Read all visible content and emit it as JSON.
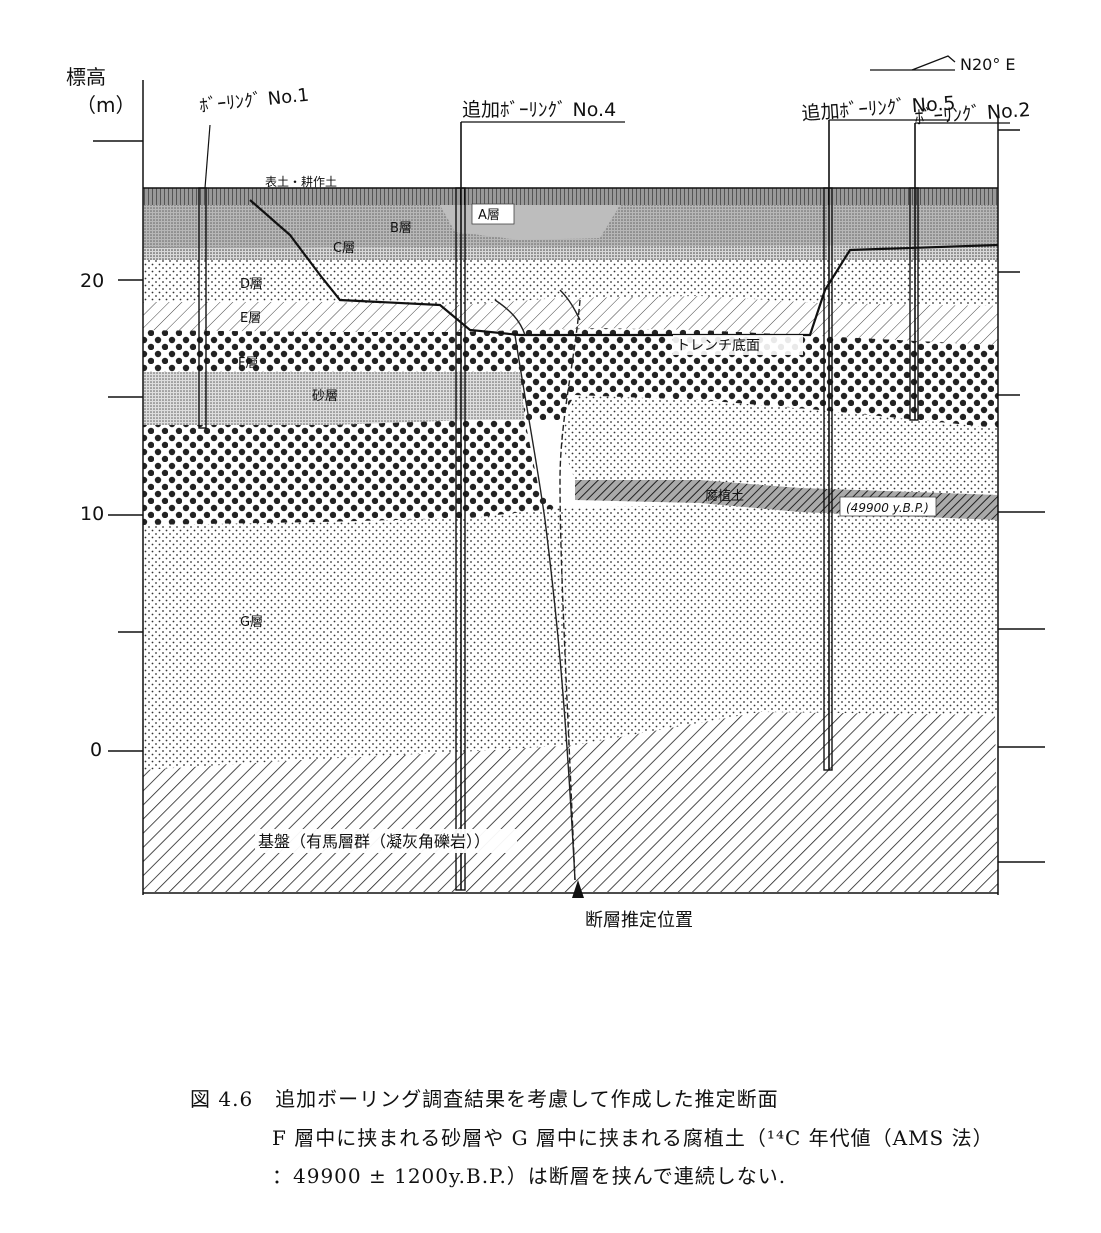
{
  "axis": {
    "label_line1": "標高",
    "label_line2": "（m）",
    "ticks": [
      {
        "value": 20,
        "label": "20"
      },
      {
        "value": 10,
        "label": "10"
      },
      {
        "value": 0,
        "label": "0"
      }
    ]
  },
  "orientation": "N20° E",
  "boreholes": {
    "no1": "ﾎﾞｰﾘﾝｸﾞ No.1",
    "no4": "追加ﾎﾞｰﾘﾝｸﾞ No.4",
    "no5": "追加ﾎﾞｰﾘﾝｸﾞ No.5",
    "no2": "ﾎﾞｰﾘﾝｸﾞ No.2"
  },
  "layers": {
    "topsoil": "表土・耕作土",
    "a": "A層",
    "b": "B層",
    "c": "C層",
    "d": "D層",
    "e": "E層",
    "f": "F層",
    "sand": "砂層",
    "g": "G層",
    "humus": "腐植土",
    "humus_age": "(49900 y.B.P.)",
    "trench": "トレンチ底面",
    "bedrock": "基盤（有馬層群（凝灰角礫岩））"
  },
  "fault_label": "断層推定位置",
  "caption": {
    "number": "図 4.6",
    "title": "追加ボーリング調査結果を考慮して作成した推定断面",
    "line2": "F 層中に挟まれる砂層や G 層中に挟まれる腐植土（¹⁴C 年代値（AMS 法）",
    "line3": "：49900 ± 1200y.B.P.）は断層を挟んで連続しない."
  }
}
